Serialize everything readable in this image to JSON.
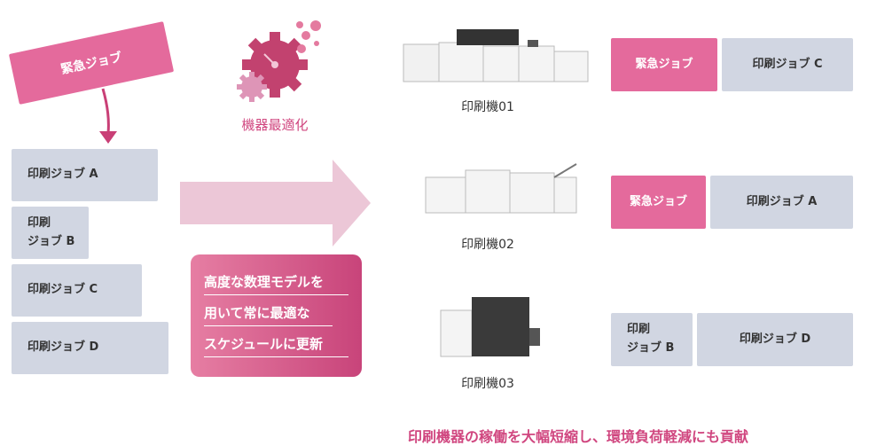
{
  "urgent_job": "緊急ジョブ",
  "queue": [
    {
      "label": "印刷ジョブ A"
    },
    {
      "label": "印刷\nジョブ B"
    },
    {
      "label": "印刷ジョブ C"
    },
    {
      "label": "印刷ジョブ D"
    }
  ],
  "optimization_label": "機器最適化",
  "description_lines": [
    "高度な数理モデルを",
    "用いて常に最適な",
    "スケジュールに更新"
  ],
  "printers": [
    {
      "name": "印刷機01",
      "jobs": [
        "緊急ジョブ",
        "印刷ジョブ C"
      ]
    },
    {
      "name": "印刷機02",
      "jobs": [
        "緊急ジョブ",
        "印刷ジョブ A"
      ]
    },
    {
      "name": "印刷機03",
      "jobs": [
        "印刷\nジョブ B",
        "印刷ジョブ D"
      ]
    }
  ],
  "footer": "印刷機器の稼働を大幅短縮し、環境負荷軽減にも貢献",
  "colors": {
    "accent": "#e46a9c",
    "accent_dark": "#c93f76",
    "job_gray": "#d1d6e2",
    "arrow": "#ecc7d7"
  }
}
